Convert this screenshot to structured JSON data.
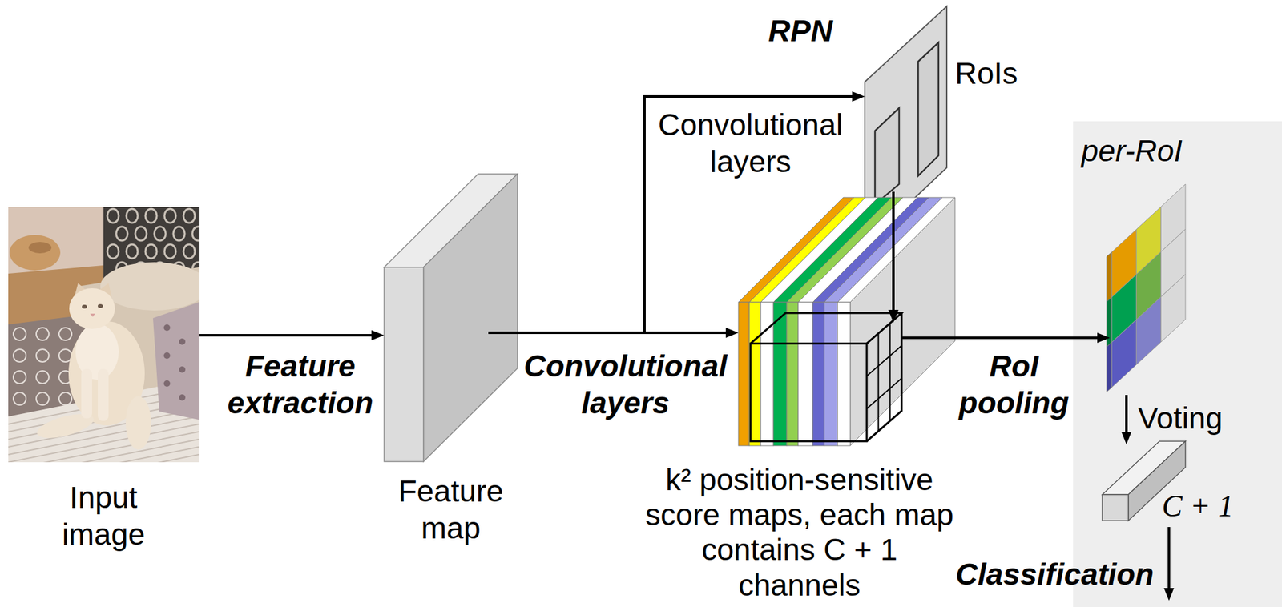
{
  "diagram": {
    "nodes": [
      {
        "text": [
          "Input image"
        ]
      },
      {
        "text": [
          "Feature map"
        ]
      },
      {
        "text": [
          "RPN",
          "RoIs"
        ]
      },
      {
        "text": [
          "k² position-sensitive score maps, each map contains C + 1 channels"
        ]
      },
      {
        "text": [
          "per-RoI"
        ]
      },
      {
        "text": [
          "C + 1"
        ],
        "in": 4
      }
    ],
    "edges": [
      {
        "from": 0,
        "to": 1,
        "label": "Feature extraction",
        "arrow": "to"
      },
      {
        "from": 1,
        "to": 3,
        "label": "Convolutional layers",
        "arrow": "to"
      },
      {
        "from": 1,
        "to": 2,
        "label": "Convolutional layers",
        "arrow": "to"
      },
      {
        "from": 2,
        "to": 3,
        "arrow": "to"
      },
      {
        "from": 3,
        "to": 4,
        "label": "RoI pooling",
        "arrow": "to"
      }
    ],
    "labels": [
      "Voting",
      "Classification"
    ]
  }
}
